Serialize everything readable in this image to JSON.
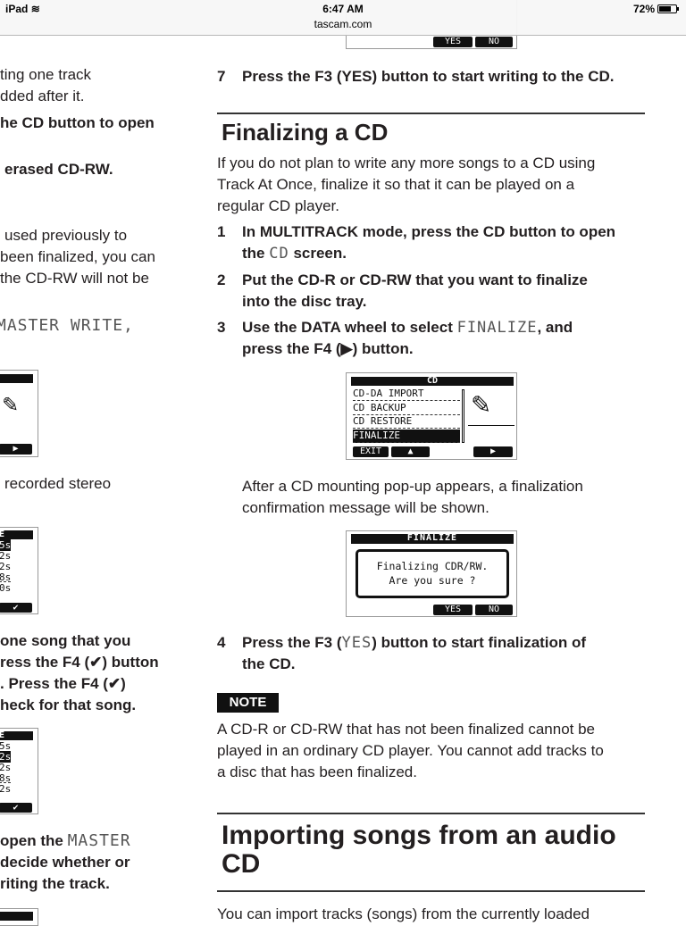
{
  "status_bar": {
    "device": "iPad",
    "time": "6:47 AM",
    "url": "tascam.com",
    "battery": "72%",
    "battery_level": 72
  },
  "left_column": {
    "lines": [
      "ting one track",
      "dded after it.",
      "he CD button to open",
      "erased CD-RW.",
      "used previously to",
      "been finalized, you can",
      "the CD-RW will not be",
      "MASTER WRITE,",
      "recorded stereo",
      "one song that you",
      "ress the F4 (✔) button",
      ". Press the F4 (✔)",
      "heck for that song.",
      "open the ",
      "decide whether or",
      "riting the track."
    ],
    "mono_master": "MASTER",
    "list1": [
      "E",
      "5s",
      "2s",
      "2s",
      "8s",
      "0s"
    ],
    "list2": [
      "E",
      "5s",
      "2s",
      "2s",
      "8s",
      "2s"
    ],
    "check": "✔"
  },
  "top_lcd": {
    "yes": "YES",
    "no": "NO"
  },
  "step7": {
    "num": "7",
    "text": "Press the F3 (YES) button to start writing to the CD."
  },
  "finalizing": {
    "title": "Finalizing a CD",
    "intro": [
      "If you do not plan to write any more songs to a CD using",
      "Track At Once, finalize it so that it can be played on a",
      "regular CD player."
    ],
    "step1": {
      "num": "1",
      "l1": "In MULTITRACK mode, press the CD button to open",
      "l2a": "the ",
      "l2mono": "CD",
      "l2b": " screen."
    },
    "step2": {
      "num": "2",
      "l1": "Put the CD-R or CD-RW that you want to finalize",
      "l2": "into the disc tray."
    },
    "step3": {
      "num": "3",
      "l1a": "Use the DATA wheel to select ",
      "l1mono": "FINALIZE",
      "l1b": ", and",
      "l2": "press the F4 (▶) button."
    },
    "lcd_cd": {
      "title": "CD",
      "items": [
        "CD-DA IMPORT",
        "CD BACKUP",
        "CD RESTORE",
        "FINALIZE"
      ],
      "exit": "EXIT",
      "eject": "▲",
      "play": "▶"
    },
    "after": [
      "After a CD mounting pop-up appears, a finalization",
      "confirmation message will be shown."
    ],
    "lcd_finalize": {
      "title": "FINALIZE",
      "msg1": "Finalizing CDR/RW.",
      "msg2": "Are you sure ?",
      "yes": "YES",
      "no": "NO"
    },
    "step4": {
      "num": "4",
      "l1a": "Press the F3 (",
      "l1mono": "YES",
      "l1b": ") button to start finalization of",
      "l2": "the CD."
    },
    "note_label": "NOTE",
    "note": [
      "A CD-R or CD-RW that has not been finalized cannot be",
      "played in an ordinary CD player. You cannot add tracks to",
      "a disc that has been finalized."
    ]
  },
  "importing": {
    "title": "Importing songs from an audio CD",
    "intro": "You can import tracks (songs) from the currently loaded"
  }
}
